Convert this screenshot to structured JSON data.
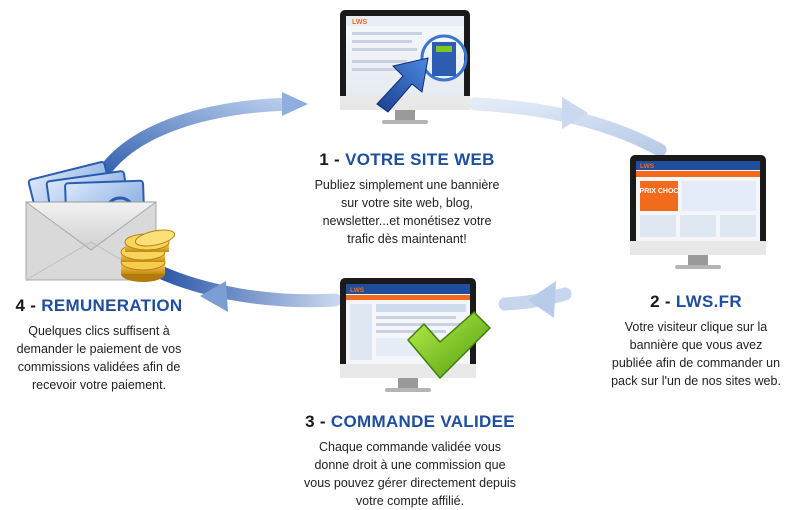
{
  "colors": {
    "arc_dark": "#2d5cae",
    "arc_light": "#d7e3f3",
    "title_blue": "#1f4e9c",
    "check_green": "#7ec81f",
    "coin_gold": "#e0a81c",
    "lws_orange": "#f26a1b"
  },
  "steps": [
    {
      "number": "1 -",
      "title": "VOTRE SITE WEB",
      "text": "Publiez simplement une bannière sur votre site web, blog, newsletter...et monétisez votre trafic dès maintenant!"
    },
    {
      "number": "2 -",
      "title": "LWS.FR",
      "text": "Votre visiteur clique sur la bannière que vous avez publiée afin de commander un pack sur l'un de nos sites web."
    },
    {
      "number": "3 -",
      "title": "COMMANDE VALIDEE",
      "text": "Chaque commande validée vous donne droit à une commission que vous pouvez gérer directement depuis votre compte affilié."
    },
    {
      "number": "4 -",
      "title": "REMUNERATION",
      "text": "Quelques clics suffisent à demander le paiement de vos commissions validées afin de recevoir votre paiement."
    }
  ],
  "screens": {
    "brand": "LWS",
    "promo": "PRIX CHOC"
  },
  "icons": [
    "monitor-icon",
    "arrow-up-right-icon",
    "checkmark-icon",
    "envelope-icon",
    "euro-banknote-icon",
    "gold-coins-icon",
    "apple-logo-icon"
  ]
}
